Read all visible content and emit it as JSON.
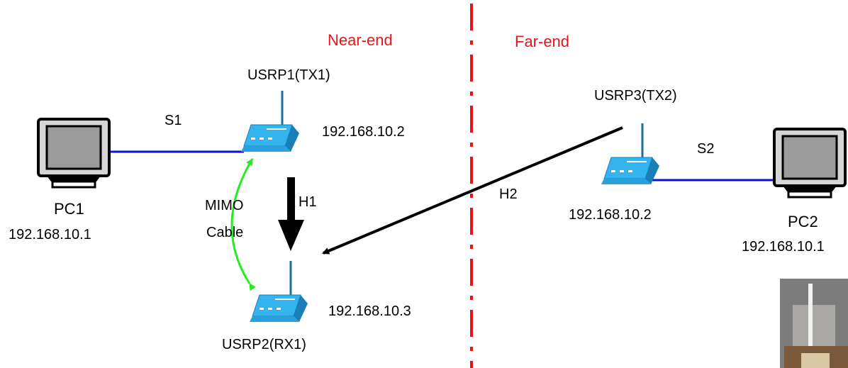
{
  "regions": {
    "near_end": "Near-end",
    "far_end": "Far-end"
  },
  "devices": {
    "pc1": {
      "name": "PC1",
      "ip": "192.168.10.1",
      "icon": "computer-monitor-icon"
    },
    "pc2": {
      "name": "PC2",
      "ip": "192.168.10.1",
      "icon": "computer-monitor-icon"
    },
    "usrp1": {
      "name": "USRP1(TX1)",
      "ip": "192.168.10.2",
      "icon": "usrp-radio-icon"
    },
    "usrp2": {
      "name": "USRP2(RX1)",
      "ip": "192.168.10.3",
      "icon": "usrp-radio-icon"
    },
    "usrp3": {
      "name": "USRP3(TX2)",
      "ip": "192.168.10.2",
      "icon": "usrp-radio-icon"
    }
  },
  "links": {
    "s1": "S1",
    "s2": "S2",
    "h1": "H1",
    "h2": "H2",
    "mimo_line1": "MIMO",
    "mimo_line2": "Cable"
  },
  "colors": {
    "divider": "#e8141b",
    "region_label": "#e8141b",
    "ethernet_link": "#1010d0",
    "mimo_cable": "#22ee22",
    "usrp_body": "#33b4ef",
    "channel_arrow": "#000000"
  }
}
